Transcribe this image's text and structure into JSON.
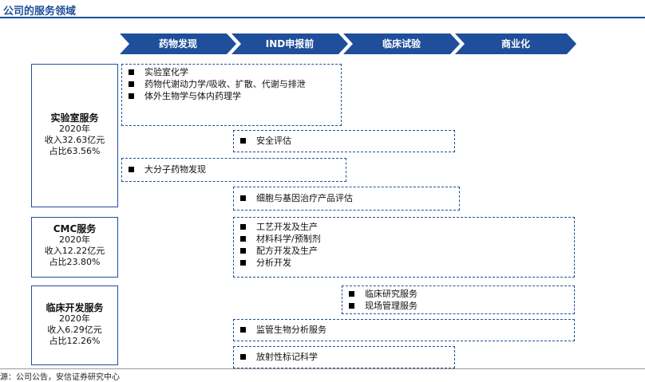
{
  "title": "公司的服务领域",
  "stages": [
    "药物发现",
    "IND申报前",
    "临床试验",
    "商业化"
  ],
  "services": [
    {
      "name": "实验室服务",
      "year": "2020年",
      "revenue": "收入32.63亿元",
      "share": "占比63.56%"
    },
    {
      "name": "CMC服务",
      "year": "2020年",
      "revenue": "收入12.22亿元",
      "share": "占比23.80%"
    },
    {
      "name": "临床开发服务",
      "year": "2020年",
      "revenue": "收入6.29亿元",
      "share": "占比12.26%"
    }
  ],
  "boxes": [
    {
      "items": [
        "实验室化学",
        "药物代谢动力学/吸收、扩散、代谢与排泄",
        "体外生物学与体内药理学"
      ]
    },
    {
      "items": [
        "安全评估"
      ]
    },
    {
      "items": [
        "大分子药物发现"
      ]
    },
    {
      "items": [
        "细胞与基因治疗产品评估"
      ]
    },
    {
      "items": [
        "工艺开发及生产",
        "材料科学/预制剂",
        "配方开发及生产",
        "分析开发"
      ]
    },
    {
      "items": [
        "临床研究服务",
        "现场管理服务"
      ]
    },
    {
      "items": [
        "监管生物分析服务"
      ]
    },
    {
      "items": [
        "放射性标记科学"
      ]
    }
  ],
  "source": "源：公司公告，安信证券研究中心"
}
